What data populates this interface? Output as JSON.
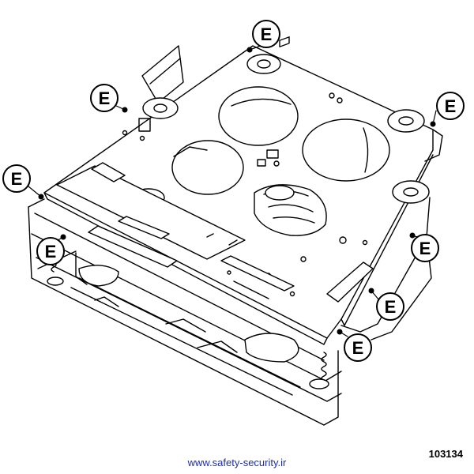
{
  "diagram": {
    "callout_letter": "E",
    "callout_count": 9,
    "figure_number": "103134",
    "watermark": "www.safety-security.ir"
  }
}
